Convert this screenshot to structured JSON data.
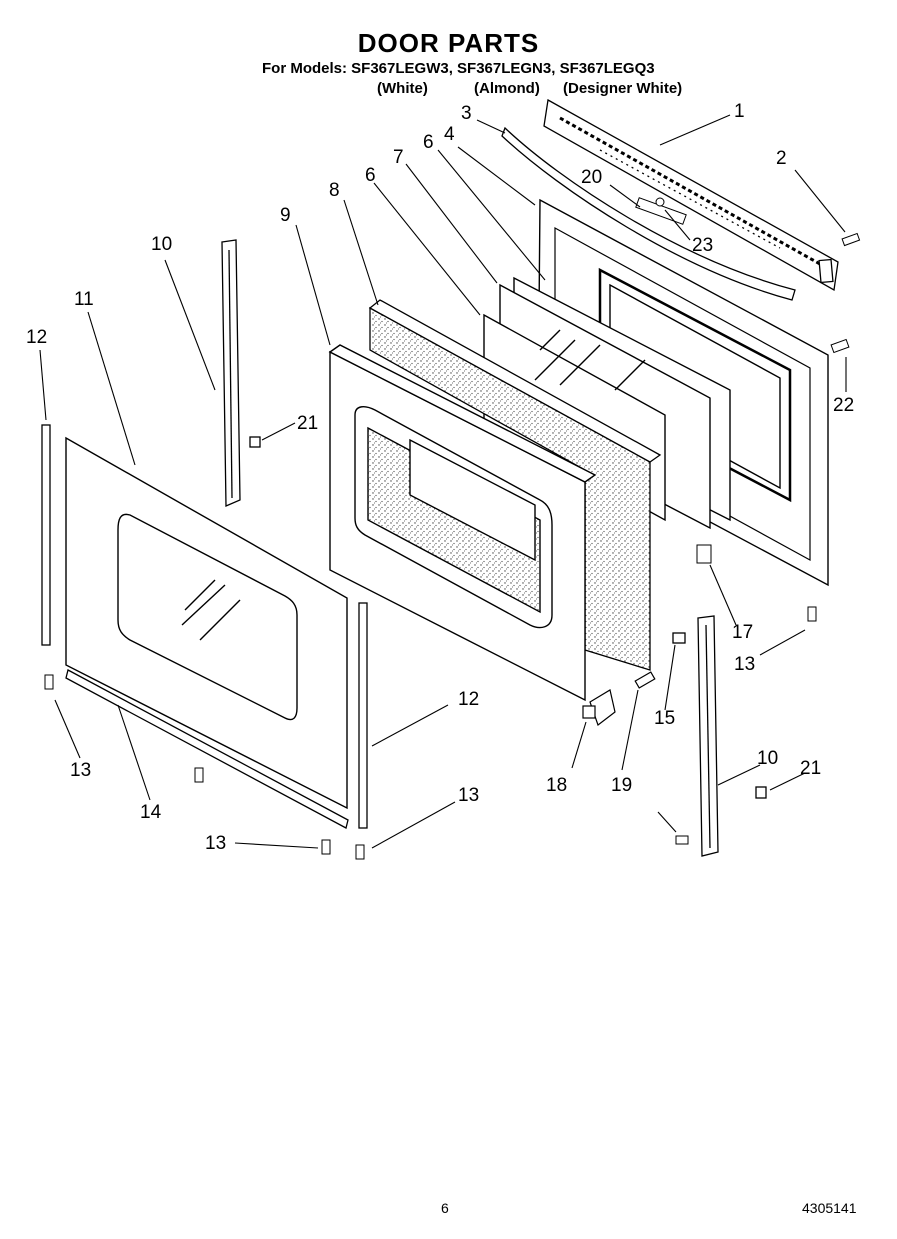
{
  "header": {
    "title": "DOOR PARTS",
    "models_line": "For Models: SF367LEGW3, SF367LEGN3, SF367LEGQ3",
    "color_names": [
      "(White)",
      "(Almond)",
      "(Designer White)"
    ]
  },
  "callouts": [
    "1",
    "2",
    "3",
    "4",
    "6",
    "6",
    "7",
    "8",
    "9",
    "10",
    "11",
    "12",
    "21",
    "22",
    "20",
    "23",
    "17",
    "13",
    "15",
    "18",
    "19",
    "10",
    "21",
    "13",
    "14",
    "13",
    "13",
    "12",
    "13"
  ],
  "footer": {
    "page_number": "6",
    "document_number": "4305141"
  }
}
